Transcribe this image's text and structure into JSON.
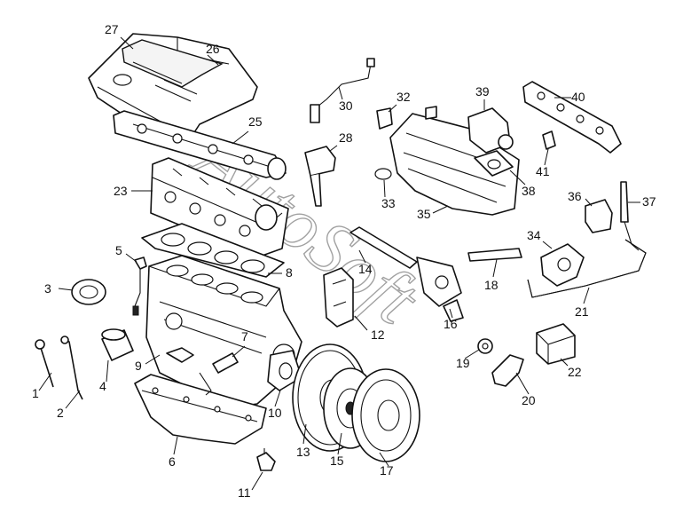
{
  "diagram": {
    "watermark": "AutoSoft",
    "callouts": [
      {
        "id": "1",
        "label": "1"
      },
      {
        "id": "2",
        "label": "2"
      },
      {
        "id": "3",
        "label": "3"
      },
      {
        "id": "4",
        "label": "4"
      },
      {
        "id": "5",
        "label": "5"
      },
      {
        "id": "6",
        "label": "6"
      },
      {
        "id": "7",
        "label": "7"
      },
      {
        "id": "8",
        "label": "8"
      },
      {
        "id": "9",
        "label": "9"
      },
      {
        "id": "10",
        "label": "10"
      },
      {
        "id": "11",
        "label": "11"
      },
      {
        "id": "12",
        "label": "12"
      },
      {
        "id": "13",
        "label": "13"
      },
      {
        "id": "14",
        "label": "14"
      },
      {
        "id": "15",
        "label": "15"
      },
      {
        "id": "16",
        "label": "16"
      },
      {
        "id": "17",
        "label": "17"
      },
      {
        "id": "18",
        "label": "18"
      },
      {
        "id": "19",
        "label": "19"
      },
      {
        "id": "20",
        "label": "20"
      },
      {
        "id": "21",
        "label": "21"
      },
      {
        "id": "22",
        "label": "22"
      },
      {
        "id": "23",
        "label": "23"
      },
      {
        "id": "25",
        "label": "25"
      },
      {
        "id": "26",
        "label": "26"
      },
      {
        "id": "27",
        "label": "27"
      },
      {
        "id": "28",
        "label": "28"
      },
      {
        "id": "30",
        "label": "30"
      },
      {
        "id": "32",
        "label": "32"
      },
      {
        "id": "33",
        "label": "33"
      },
      {
        "id": "34",
        "label": "34"
      },
      {
        "id": "35",
        "label": "35"
      },
      {
        "id": "36",
        "label": "36"
      },
      {
        "id": "37",
        "label": "37"
      },
      {
        "id": "38",
        "label": "38"
      },
      {
        "id": "39",
        "label": "39"
      },
      {
        "id": "40",
        "label": "40"
      },
      {
        "id": "41",
        "label": "41"
      }
    ]
  }
}
